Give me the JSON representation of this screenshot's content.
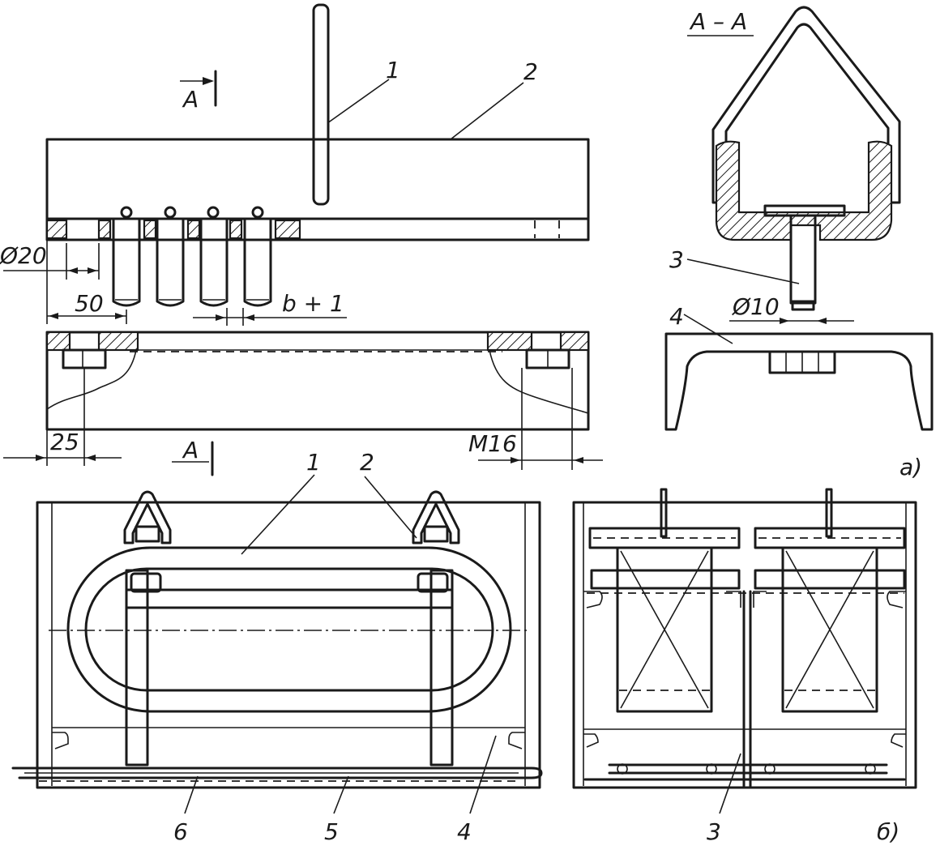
{
  "view_a": {
    "section_arrow_top": "A",
    "section_arrow_bottom": "A",
    "section_title": "A – A",
    "part_labels": [
      "1",
      "2",
      "3",
      "4"
    ],
    "dim_diameter_20": "Ø20",
    "dim_50": "50",
    "dim_b_plus_1": "b + 1",
    "dim_25": "25",
    "dim_m16": "M16",
    "dim_diameter_10": "Ø10",
    "caption": "a)"
  },
  "view_b": {
    "part_labels_left": [
      "1",
      "2",
      "6",
      "5",
      "4"
    ],
    "part_label_right": "3",
    "caption": "б)"
  }
}
